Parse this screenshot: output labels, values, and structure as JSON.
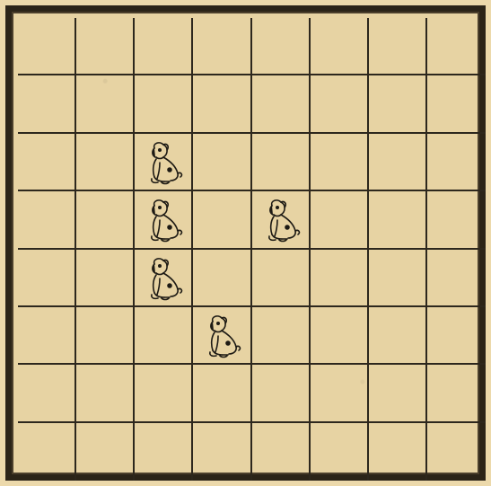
{
  "board": {
    "rows": 8,
    "cols": 8,
    "background_color": "#e7d3a3",
    "line_color": "#2d271d",
    "piece_icon": "dog-icon",
    "pieces": [
      {
        "row": 3,
        "col": 3
      },
      {
        "row": 4,
        "col": 3
      },
      {
        "row": 4,
        "col": 5
      },
      {
        "row": 5,
        "col": 3
      },
      {
        "row": 6,
        "col": 4
      }
    ]
  }
}
